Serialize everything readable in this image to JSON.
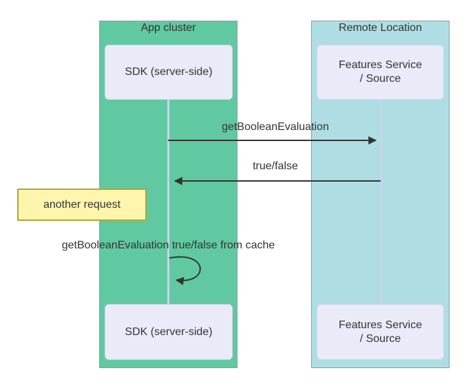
{
  "diagram": {
    "type": "sequence",
    "clusters": [
      {
        "id": "app",
        "title": "App cluster",
        "color": "#61C9A1"
      },
      {
        "id": "remote",
        "title": "Remote Location",
        "color": "#AEDEE3"
      }
    ],
    "participants": [
      {
        "id": "sdk",
        "cluster": "app",
        "label": "SDK (server-side)"
      },
      {
        "id": "features",
        "cluster": "remote",
        "label": "Features Service / Source",
        "label_line1": "Features Service",
        "label_line2": "/ Source"
      }
    ],
    "messages": [
      {
        "from": "sdk",
        "to": "features",
        "label": "getBooleanEvaluation",
        "style": "solid-arrow"
      },
      {
        "from": "features",
        "to": "sdk",
        "label": "true/false",
        "style": "solid-arrow"
      },
      {
        "from": "sdk",
        "to": "sdk",
        "label": "getBooleanEvaluation true/false from cache",
        "style": "self-loop"
      }
    ],
    "note": {
      "text": "another request",
      "position": "left-of-sdk"
    },
    "colors": {
      "app_cluster": "#61C9A1",
      "remote_cluster": "#AEDEE3",
      "cluster_border": "#999999",
      "participant_fill": "#EAEAF9",
      "participant_border": "#D4D4E8",
      "note_fill": "#FFF5AD",
      "note_border": "#AAAA33",
      "lifeline": "#CBD2EA",
      "arrow": "#333333",
      "text": "#333333",
      "page_bg": "#FFFFFF"
    }
  }
}
